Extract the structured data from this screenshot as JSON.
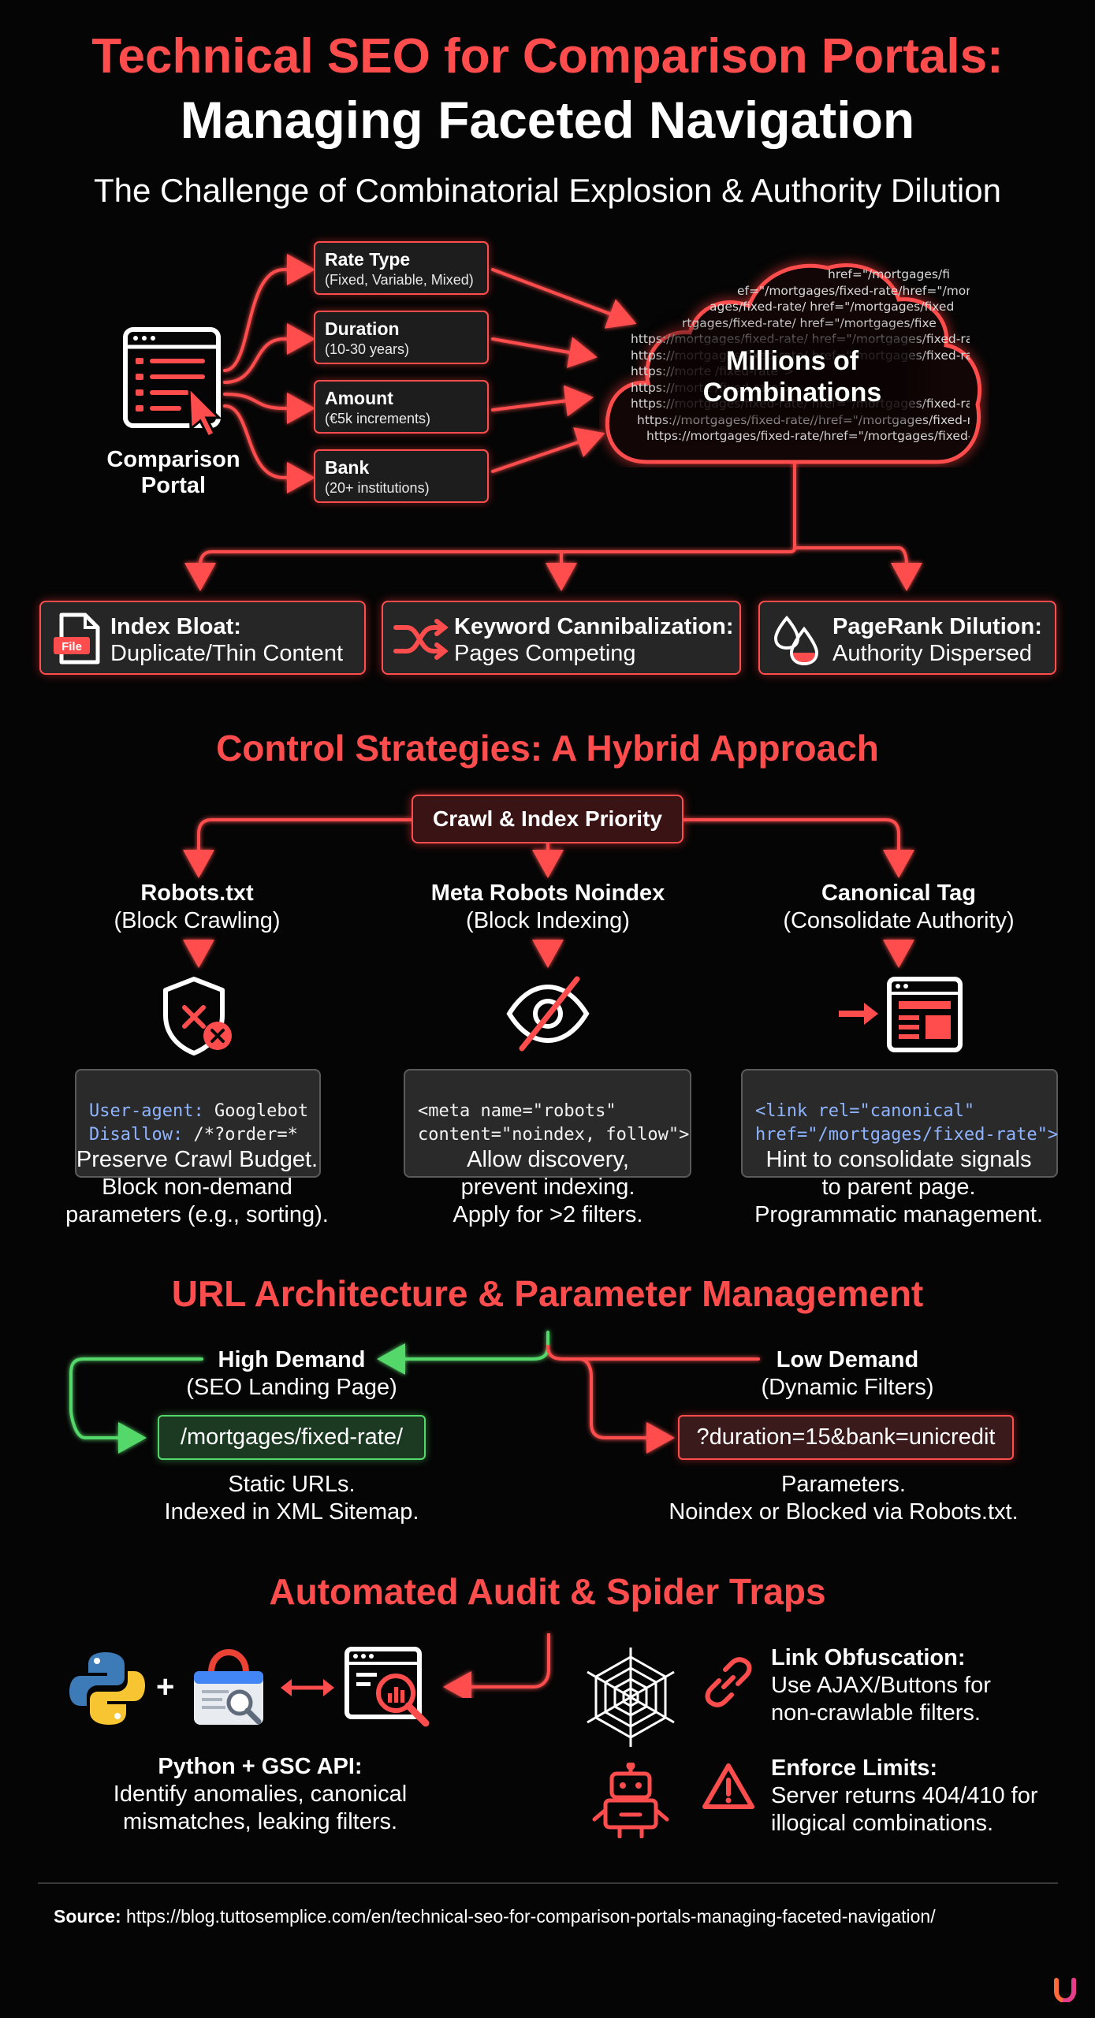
{
  "header": {
    "title_line1": "Technical SEO for Comparison Portals:",
    "title_line2": "Managing Faceted Navigation",
    "subtitle": "The Challenge of Combinatorial Explosion & Authority Dilution"
  },
  "portal": {
    "label_line1": "Comparison",
    "label_line2": "Portal",
    "icon": "portal-checklist-cursor-icon"
  },
  "parameters": [
    {
      "title": "Rate Type",
      "detail": "(Fixed, Variable, Mixed)"
    },
    {
      "title": "Duration",
      "detail": "(10-30 years)"
    },
    {
      "title": "Amount",
      "detail": "(€5k increments)"
    },
    {
      "title": "Bank",
      "detail": "(20+ institutions)"
    }
  ],
  "cloud": {
    "label_line1": "Millions of",
    "label_line2": "Combinations",
    "url_lines": [
      "href=\"/mortgages/fi",
      "ef=\"/mortgages/fixed-rate/href=\"/mortgages/fixe",
      "ages/fixed-rate/ href=\"/mortgages/fixed",
      "rtgages/fixed-rate/ href=\"/mortgages/fixe",
      "https://mortgages/fixed-rate/ href=\"/mortgages/fixed-rate\"",
      "https://mortgages/fixed-rate/ href=\"/mortgages/fixed-rate\"",
      "https://morte                    /fixed-rate\">",
      "https://morte                    /fixed-rate\">",
      "https://mortgages/fixed-rate/ href=\"/mortgages/fixed-rate\">",
      "https://mortgages/fixed-rate//href=\"/mortgages/fixed-rate\"",
      "https://mortgages/fixed-rate/href=\"/mortgages/fixed-rate"
    ]
  },
  "issues": [
    {
      "title": "Index Bloat:",
      "detail": "Duplicate/Thin Content",
      "icon": "file-icon",
      "icon_text": "File"
    },
    {
      "title": "Keyword Cannibalization:",
      "detail": "Pages Competing",
      "icon": "shuffle-icon"
    },
    {
      "title": "PageRank Dilution:",
      "detail": "Authority Dispersed",
      "icon": "drop-icon"
    }
  ],
  "strategies": {
    "section_title": "Control Strategies: A Hybrid Approach",
    "priority_label": "Crawl & Index Priority",
    "columns": [
      {
        "title": "Robots.txt",
        "subtitle": "(Block Crawling)",
        "icon": "shield-x-icon",
        "code": [
          {
            "k": "User-agent:",
            "v": " Googlebot"
          },
          {
            "k": "Disallow:",
            "v": " /*?order=*"
          }
        ],
        "desc": [
          "Preserve Crawl Budget.",
          "Block non-demand",
          "parameters (e.g., sorting)."
        ]
      },
      {
        "title": "Meta Robots Noindex",
        "subtitle": "(Block Indexing)",
        "icon": "eye-slash-icon",
        "code": [
          {
            "k": "<meta name=\"robots\"",
            "v": ""
          },
          {
            "k": "content=\"noindex, follow\">",
            "v": ""
          }
        ],
        "desc": [
          "Allow discovery,",
          "prevent indexing.",
          "Apply for >2 filters."
        ]
      },
      {
        "title": "Canonical Tag",
        "subtitle": "(Consolidate Authority)",
        "icon": "canonical-page-icon",
        "code": [
          {
            "k": "<link rel=\"canonical\"",
            "v": ""
          },
          {
            "k": "href=\"/mortgages/fixed-rate\">",
            "v": ""
          }
        ],
        "desc": [
          "Hint to consolidate signals",
          "to parent page.",
          "Programmatic management."
        ]
      }
    ]
  },
  "url_architecture": {
    "section_title": "URL Architecture & Parameter Management",
    "high": {
      "title": "High Demand",
      "subtitle": "(SEO Landing Page)",
      "url": "/mortgages/fixed-rate/",
      "desc": [
        "Static URLs.",
        "Indexed in XML Sitemap."
      ],
      "color": "#55d86a"
    },
    "low": {
      "title": "Low Demand",
      "subtitle": "(Dynamic Filters)",
      "url": "?duration=15&bank=unicredit",
      "desc": [
        "Parameters.",
        "Noindex or Blocked via Robots.txt."
      ],
      "color": "#ff4d4d"
    }
  },
  "audit": {
    "section_title": "Automated Audit & Spider Traps",
    "tool_plus": "+",
    "tool_title": "Python + GSC API:",
    "tool_desc": [
      "Identify anomalies, canonical",
      "mismatches, leaking filters."
    ],
    "items": [
      {
        "title": "Link Obfuscation:",
        "desc": [
          "Use AJAX/Buttons for",
          "non-crawlable filters."
        ],
        "icon": "link-icon"
      },
      {
        "title": "Enforce Limits:",
        "desc": [
          "Server returns 404/410 for",
          "illogical combinations."
        ],
        "icon": "warning-icon"
      }
    ]
  },
  "footer": {
    "source_label": "Source:",
    "source_url": "https://blog.tuttosemplice.com/en/technical-seo-for-comparison-portals-managing-faceted-navigation/"
  },
  "colors": {
    "accent": "#ff4d4d",
    "green": "#55d86a",
    "background": "#050505"
  }
}
